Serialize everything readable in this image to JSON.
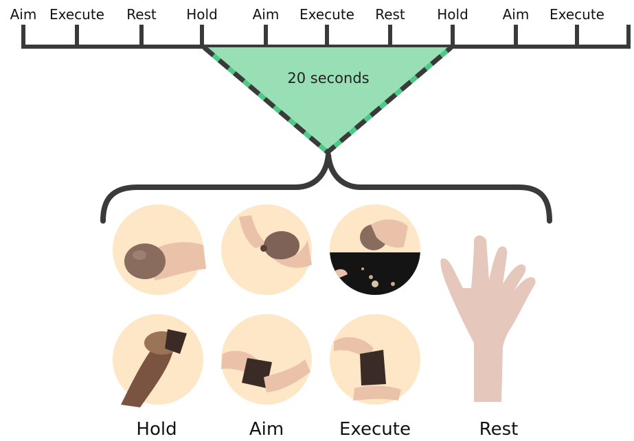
{
  "timeline": {
    "labels": [
      "Aim",
      "Execute",
      "Rest",
      "Hold",
      "Aim",
      "Execute",
      "Rest",
      "Hold",
      "Aim",
      "Execute"
    ]
  },
  "segment": {
    "duration_label": "20 seconds",
    "fill_color": "#99dfb5",
    "dash_color": "#4cc985"
  },
  "phases": {
    "hold": "Hold",
    "aim": "Aim",
    "execute": "Execute",
    "rest": "Rest"
  },
  "colors": {
    "line": "#3a3a3a",
    "photo_background": "#fde7c6",
    "skin": "#e9c2a9",
    "stone": "#8a6c5f",
    "flake": "#5b3d33",
    "floor": "#141414"
  }
}
